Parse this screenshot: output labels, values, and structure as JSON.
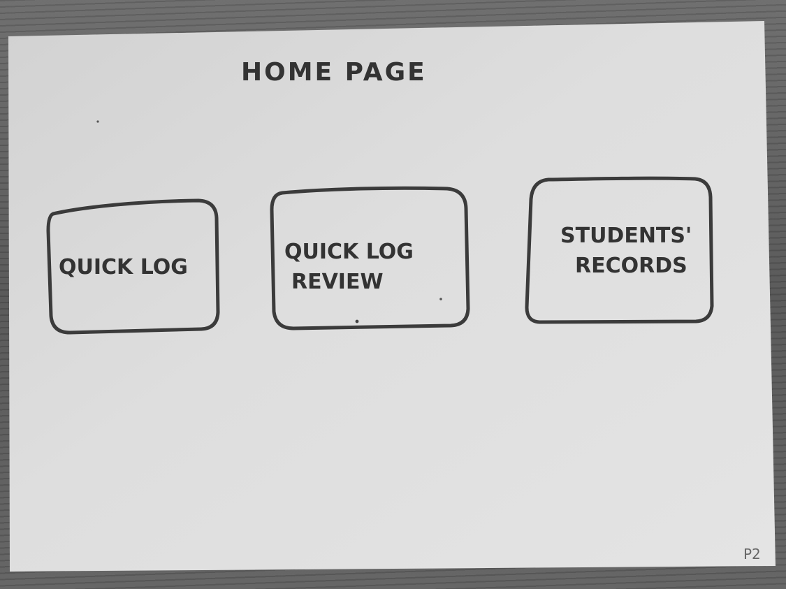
{
  "page": {
    "title": "HOME PAGE",
    "page_number": "P2"
  },
  "buttons": [
    {
      "lines": [
        "QUICK LOG"
      ]
    },
    {
      "lines": [
        "QUICK LOG",
        "REVIEW"
      ]
    },
    {
      "lines": [
        "STUDENTS'",
        "RECORDS"
      ]
    }
  ],
  "colors": {
    "paper": "#d9d9d9",
    "ink": "#3b3b3b",
    "desk": "#5f5f5f"
  }
}
